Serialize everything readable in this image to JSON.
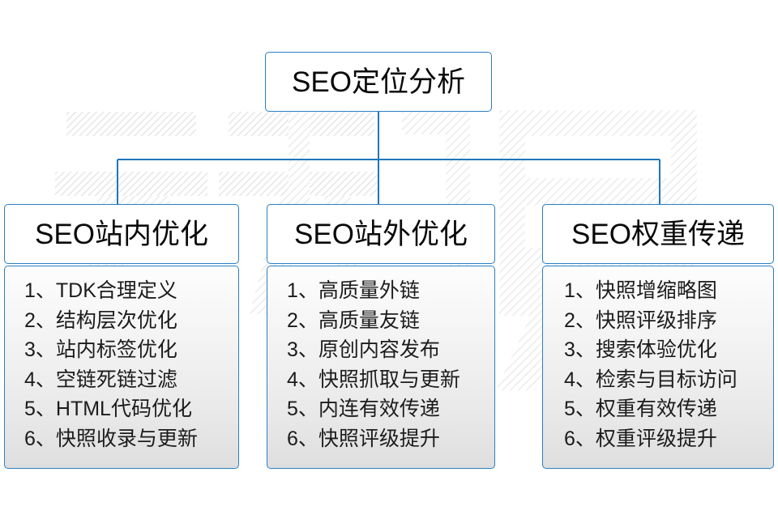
{
  "diagram": {
    "root": {
      "label": "SEO定位分析"
    },
    "branches": [
      {
        "header": "SEO站内优化",
        "items": [
          {
            "num": "1、",
            "text": "TDK合理定义"
          },
          {
            "num": "2、",
            "text": "结构层次优化"
          },
          {
            "num": "3、",
            "text": "站内标签优化"
          },
          {
            "num": "4、",
            "text": "空链死链过滤"
          },
          {
            "num": "5、",
            "text": "HTML代码优化"
          },
          {
            "num": "6、",
            "text": "快照收录与更新"
          }
        ]
      },
      {
        "header": "SEO站外优化",
        "items": [
          {
            "num": "1、",
            "text": "高质量外链"
          },
          {
            "num": "2、",
            "text": "高质量友链"
          },
          {
            "num": "3、",
            "text": "原创内容发布"
          },
          {
            "num": "4、",
            "text": "快照抓取与更新"
          },
          {
            "num": "5、",
            "text": "内连有效传递"
          },
          {
            "num": "6、",
            "text": "快照评级提升"
          }
        ]
      },
      {
        "header": "SEO权重传递",
        "items": [
          {
            "num": "1、",
            "text": "快照增缩略图"
          },
          {
            "num": "2、",
            "text": "快照评级排序"
          },
          {
            "num": "3、",
            "text": "搜索体验优化"
          },
          {
            "num": "4、",
            "text": "检索与目标访问"
          },
          {
            "num": "5、",
            "text": "权重有效传递"
          },
          {
            "num": "6、",
            "text": "权重评级提升"
          }
        ]
      }
    ],
    "watermark": {
      "text": "云无限"
    },
    "colors": {
      "border": "#2a7ec2",
      "connector": "#1f77b8",
      "text": "#0a0a0a",
      "panel_top": "#fdfdfd",
      "panel_bottom": "#dedede",
      "watermark": "#ededed"
    }
  }
}
